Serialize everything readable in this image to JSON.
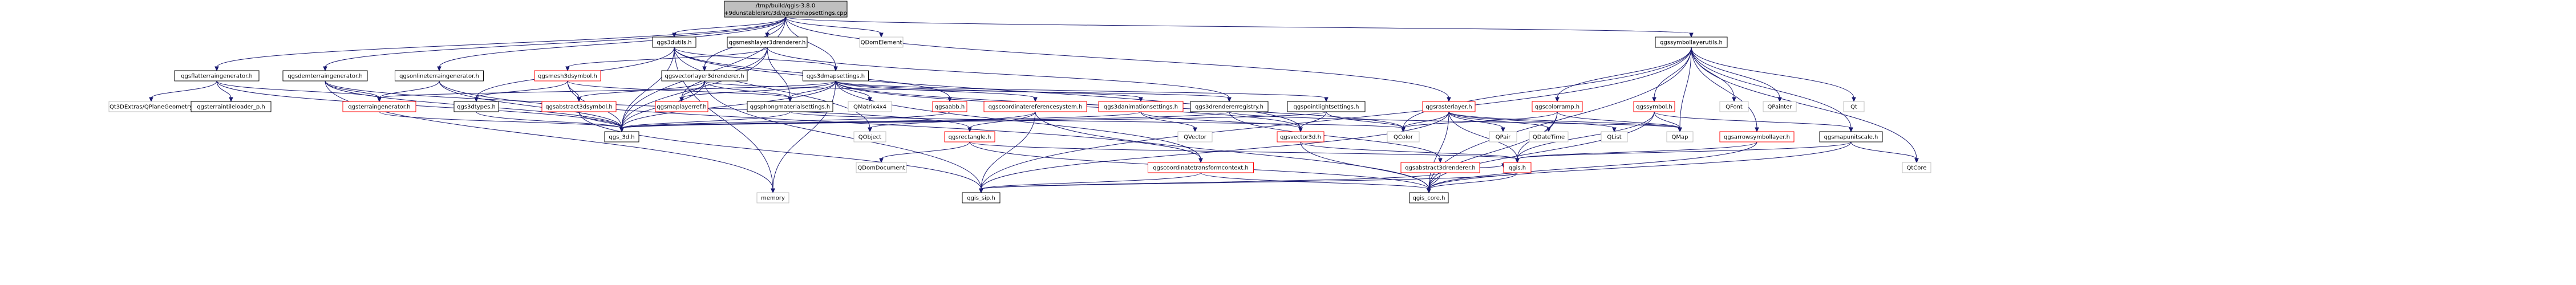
{
  "diagram": {
    "root": {
      "lines": [
        "/tmp/build/qgis-3.8.0",
        "+9dunstable/src/3d/qgs3dmapsettings.cpp"
      ]
    },
    "nodes": [
      {
        "id": "qgs3dutils",
        "label": "qgs3dutils.h",
        "style": "black"
      },
      {
        "id": "qgsmeshlayer3drenderer",
        "label": "qgsmeshlayer3drenderer.h",
        "style": "black"
      },
      {
        "id": "qgs3dmapsettings",
        "label": "qgs3dmapsettings.h",
        "style": "black"
      },
      {
        "id": "qdomelement",
        "label": "QDomElement",
        "style": "plain"
      },
      {
        "id": "qgssymbollayerutils",
        "label": "qgssymbollayerutils.h",
        "style": "black"
      },
      {
        "id": "qgsflatterraingenerator",
        "label": "qgsflatterraingenerator.h",
        "style": "black"
      },
      {
        "id": "qgsdemterraingenerator",
        "label": "qgsdemterraingenerator.h",
        "style": "black"
      },
      {
        "id": "qgsonlineterraingenerator",
        "label": "qgsonlineterraingenerator.h",
        "style": "black"
      },
      {
        "id": "qgsvectorlayer3drenderer",
        "label": "qgsvectorlayer3drenderer.h",
        "style": "black"
      },
      {
        "id": "qgsmesh3dsymbol",
        "label": "qgsmesh3dsymbol.h",
        "style": "red"
      },
      {
        "id": "qt3dextras",
        "label": "Qt3DExtras/QPlaneGeometry",
        "style": "plain"
      },
      {
        "id": "qgsterraintileloader",
        "label": "qgsterraintileloader_p.h",
        "style": "black"
      },
      {
        "id": "qgsterraingenerator",
        "label": "qgsterraingenerator.h",
        "style": "red"
      },
      {
        "id": "qgs3dtypes",
        "label": "qgs3dtypes.h",
        "style": "black"
      },
      {
        "id": "qgsabstract3dsymbol",
        "label": "qgsabstract3dsymbol.h",
        "style": "red"
      },
      {
        "id": "qgsmaplayerref",
        "label": "qgsmaplayerref.h",
        "style": "red"
      },
      {
        "id": "qgsphongmaterialsettings",
        "label": "qgsphongmaterialsettings.h",
        "style": "black"
      },
      {
        "id": "qmatrix4x4",
        "label": "QMatrix4x4",
        "style": "plain"
      },
      {
        "id": "qgsaabb",
        "label": "qgsaabb.h",
        "style": "red"
      },
      {
        "id": "qgscoordinatereferencesystem",
        "label": "qgscoordinatereferencesystem.h",
        "style": "red"
      },
      {
        "id": "qgs3danimationsettings",
        "label": "qgs3danimationsettings.h",
        "style": "red"
      },
      {
        "id": "qgs3drendererregistry",
        "label": "qgs3drendererregistry.h",
        "style": "black"
      },
      {
        "id": "qgspointlightsettings",
        "label": "qgspointlightsettings.h",
        "style": "black"
      },
      {
        "id": "qgsrasterlayer",
        "label": "qgsrasterlayer.h",
        "style": "red"
      },
      {
        "id": "qgscolorramp",
        "label": "qgscolorramp.h",
        "style": "red"
      },
      {
        "id": "qgssymbol",
        "label": "qgssymbol.h",
        "style": "red"
      },
      {
        "id": "qfont",
        "label": "QFont",
        "style": "plain"
      },
      {
        "id": "qpainter",
        "label": "QPainter",
        "style": "plain"
      },
      {
        "id": "qt",
        "label": "Qt",
        "style": "plain"
      },
      {
        "id": "qgs3d",
        "label": "qgs_3d.h",
        "style": "black"
      },
      {
        "id": "qobject",
        "label": "QObject",
        "style": "plain"
      },
      {
        "id": "qgsrectangle",
        "label": "qgsrectangle.h",
        "style": "red"
      },
      {
        "id": "qvector",
        "label": "QVector",
        "style": "plain"
      },
      {
        "id": "qgsvector3d",
        "label": "qgsvector3d.h",
        "style": "red"
      },
      {
        "id": "qcolor",
        "label": "QColor",
        "style": "plain"
      },
      {
        "id": "qpair",
        "label": "QPair",
        "style": "plain"
      },
      {
        "id": "qdatetime",
        "label": "QDateTime",
        "style": "plain"
      },
      {
        "id": "qlist",
        "label": "QList",
        "style": "plain"
      },
      {
        "id": "qmap",
        "label": "QMap",
        "style": "plain"
      },
      {
        "id": "qgsarrowsymbollayer",
        "label": "qgsarrowsymbollayer.h",
        "style": "red"
      },
      {
        "id": "qgsmapunitscale",
        "label": "qgsmapunitscale.h",
        "style": "black"
      },
      {
        "id": "qdomdocument",
        "label": "QDomDocument",
        "style": "plain"
      },
      {
        "id": "qgscoordinatetransformcontext",
        "label": "qgscoordinatetransformcontext.h",
        "style": "red"
      },
      {
        "id": "qgsabstract3drenderer",
        "label": "qgsabstract3drenderer.h",
        "style": "red"
      },
      {
        "id": "qgis",
        "label": "qgis.h",
        "style": "red"
      },
      {
        "id": "qtcore",
        "label": "QtCore",
        "style": "plain"
      },
      {
        "id": "memory",
        "label": "memory",
        "style": "plain"
      },
      {
        "id": "qgssip",
        "label": "qgis_sip.h",
        "style": "black"
      },
      {
        "id": "qgscore",
        "label": "qgis_core.h",
        "style": "black"
      }
    ],
    "edges": [
      [
        "root",
        "qgs3dutils"
      ],
      [
        "root",
        "qgsmeshlayer3drenderer"
      ],
      [
        "root",
        "qgs3dmapsettings"
      ],
      [
        "root",
        "qdomelement"
      ],
      [
        "root",
        "qgssymbollayerutils"
      ],
      [
        "root",
        "qgsflatterraingenerator"
      ],
      [
        "root",
        "qgsdemterraingenerator"
      ],
      [
        "root",
        "qgsonlineterraingenerator"
      ],
      [
        "root",
        "qgsvectorlayer3drenderer"
      ],
      [
        "root",
        "qgsrasterlayer"
      ],
      [
        "root",
        "qgs3d"
      ],
      [
        "qgs3dutils",
        "qgs3dmapsettings"
      ],
      [
        "qgs3dutils",
        "qgsaabb"
      ],
      [
        "qgs3dutils",
        "qgs3dtypes"
      ],
      [
        "qgs3dutils",
        "qobject"
      ],
      [
        "qgs3dutils",
        "memory"
      ],
      [
        "qgs3dutils",
        "qgs3d"
      ],
      [
        "qgs3dutils",
        "qgsvector3d"
      ],
      [
        "qgsmeshlayer3drenderer",
        "qgsmesh3dsymbol"
      ],
      [
        "qgsmeshlayer3drenderer",
        "qgsmaplayerref"
      ],
      [
        "qgsmeshlayer3drenderer",
        "qgsphongmaterialsettings"
      ],
      [
        "qgsmeshlayer3drenderer",
        "qgs3drendererregistry"
      ],
      [
        "qgsmeshlayer3drenderer",
        "qgs3d"
      ],
      [
        "qgs3dmapsettings",
        "qgsmaplayerref"
      ],
      [
        "qgs3dmapsettings",
        "qgsphongmaterialsettings"
      ],
      [
        "qgs3dmapsettings",
        "qmatrix4x4"
      ],
      [
        "qgs3dmapsettings",
        "qgscoordinatereferencesystem"
      ],
      [
        "qgs3dmapsettings",
        "qgs3danimationsettings"
      ],
      [
        "qgs3dmapsettings",
        "qgspointlightsettings"
      ],
      [
        "qgs3dmapsettings",
        "qgsterraingenerator"
      ],
      [
        "qgs3dmapsettings",
        "qgs3d"
      ],
      [
        "qgs3dmapsettings",
        "qgsvector3d"
      ],
      [
        "qgs3dmapsettings",
        "qcolor"
      ],
      [
        "qgs3dmapsettings",
        "memory"
      ],
      [
        "qgs3dmapsettings",
        "qgscoordinatetransformcontext"
      ],
      [
        "qgsflatterraingenerator",
        "qt3dextras"
      ],
      [
        "qgsflatterraingenerator",
        "qgsterraintileloader"
      ],
      [
        "qgsflatterraingenerator",
        "qgsterraingenerator"
      ],
      [
        "qgsflatterraingenerator",
        "qgs3d"
      ],
      [
        "qgsdemterraingenerator",
        "qgsterraingenerator"
      ],
      [
        "qgsdemterraingenerator",
        "qgs3d"
      ],
      [
        "qgsdemterraingenerator",
        "memory"
      ],
      [
        "qgsdemterraingenerator",
        "qgsrectangle"
      ],
      [
        "qgsonlineterraingenerator",
        "qgsterraingenerator"
      ],
      [
        "qgsonlineterraingenerator",
        "qgs3d"
      ],
      [
        "qgsonlineterraingenerator",
        "qgscoordinatetransformcontext"
      ],
      [
        "qgsvectorlayer3drenderer",
        "qgs3d"
      ],
      [
        "qgsvectorlayer3drenderer",
        "qgsabstract3dsymbol"
      ],
      [
        "qgsvectorlayer3drenderer",
        "qgsmaplayerref"
      ],
      [
        "qgsvectorlayer3drenderer",
        "qgsphongmaterialsettings"
      ],
      [
        "qgsvectorlayer3drenderer",
        "qgs3drendererregistry"
      ],
      [
        "qgsvectorlayer3drenderer",
        "qgssip"
      ],
      [
        "qgsmesh3dsymbol",
        "qgs3dtypes"
      ],
      [
        "qgsmesh3dsymbol",
        "qgsabstract3dsymbol"
      ],
      [
        "qgsmesh3dsymbol",
        "qgs3d"
      ],
      [
        "qgsmesh3dsymbol",
        "qgsphongmaterialsettings"
      ],
      [
        "qgsterraingenerator",
        "qgs3d"
      ],
      [
        "qgs3dtypes",
        "qgs3d"
      ],
      [
        "qgsabstract3dsymbol",
        "qgs3d"
      ],
      [
        "qgsabstract3dsymbol",
        "qgssip"
      ],
      [
        "qgsphongmaterialsettings",
        "qgs3d"
      ],
      [
        "qgsphongmaterialsettings",
        "qcolor"
      ],
      [
        "qgsaabb",
        "qgs3d"
      ],
      [
        "qgscoordinatereferencesystem",
        "qgsrectangle"
      ],
      [
        "qgscoordinatereferencesystem",
        "qobject"
      ],
      [
        "qgscoordinatereferencesystem",
        "qgssip"
      ],
      [
        "qgscoordinatereferencesystem",
        "qgscore"
      ],
      [
        "qgs3danimationsettings",
        "qgs3d"
      ],
      [
        "qgs3danimationsettings",
        "qgsvector3d"
      ],
      [
        "qgs3danimationsettings",
        "qvector"
      ],
      [
        "qgs3drendererregistry",
        "qgs3d"
      ],
      [
        "qgs3drendererregistry",
        "qmap"
      ],
      [
        "qgs3drendererregistry",
        "qgsabstract3drenderer"
      ],
      [
        "qgspointlightsettings",
        "qgs3d"
      ],
      [
        "qgspointlightsettings",
        "qcolor"
      ],
      [
        "qgspointlightsettings",
        "qgsvector3d"
      ],
      [
        "qgsrasterlayer",
        "qgscore"
      ],
      [
        "qgsrasterlayer",
        "qgssip"
      ],
      [
        "qgsrasterlayer",
        "qcolor"
      ],
      [
        "qgsrasterlayer",
        "qpair"
      ],
      [
        "qgsrasterlayer",
        "qdatetime"
      ],
      [
        "qgsrasterlayer",
        "qlist"
      ],
      [
        "qgsrasterlayer",
        "qmap"
      ],
      [
        "qgsrasterlayer",
        "qgis"
      ],
      [
        "qgssymbollayerutils",
        "qgscore"
      ],
      [
        "qgssymbollayerutils",
        "qgssip"
      ],
      [
        "qgssymbollayerutils",
        "qmap"
      ],
      [
        "qgssymbollayerutils",
        "qt"
      ],
      [
        "qgssymbollayerutils",
        "qfont"
      ],
      [
        "qgssymbollayerutils",
        "qpainter"
      ],
      [
        "qgssymbollayerutils",
        "qcolor"
      ],
      [
        "qgssymbollayerutils",
        "qgscolorramp"
      ],
      [
        "qgssymbollayerutils",
        "qgssymbol"
      ],
      [
        "qgssymbollayerutils",
        "qgsarrowsymbollayer"
      ],
      [
        "qgssymbollayerutils",
        "qgsmapunitscale"
      ],
      [
        "qgssymbollayerutils",
        "qtcore"
      ],
      [
        "qgscolorramp",
        "qgscore"
      ],
      [
        "qgscolorramp",
        "qgis"
      ],
      [
        "qgscolorramp",
        "qcolor"
      ],
      [
        "qgscolorramp",
        "qmap"
      ],
      [
        "qgssymbol",
        "qgscore"
      ],
      [
        "qgssymbol",
        "qmap"
      ],
      [
        "qgssymbol",
        "qgsmapunitscale"
      ],
      [
        "qgssymbol",
        "qgis"
      ],
      [
        "qgsarrowsymbollayer",
        "qgscore"
      ],
      [
        "qgsarrowsymbollayer",
        "qgis"
      ],
      [
        "qgsmapunitscale",
        "qtcore"
      ],
      [
        "qgsmapunitscale",
        "qgscore"
      ],
      [
        "qgsmapunitscale",
        "qgis"
      ],
      [
        "qgsrectangle",
        "qdomdocument"
      ],
      [
        "qgsrectangle",
        "qgscore"
      ],
      [
        "qgsrectangle",
        "qgis"
      ],
      [
        "qgsvector3d",
        "qgscore"
      ],
      [
        "qgsvector3d",
        "qgis"
      ],
      [
        "qgsabstract3drenderer",
        "qgscore"
      ],
      [
        "qgsabstract3drenderer",
        "qgssip"
      ],
      [
        "qgsabstract3drenderer",
        "qgis"
      ],
      [
        "qgscoordinatetransformcontext",
        "qgscore"
      ],
      [
        "qgscoordinatetransformcontext",
        "qgssip"
      ],
      [
        "qgis",
        "qgscore"
      ],
      [
        "qgis",
        "qgssip"
      ]
    ]
  }
}
